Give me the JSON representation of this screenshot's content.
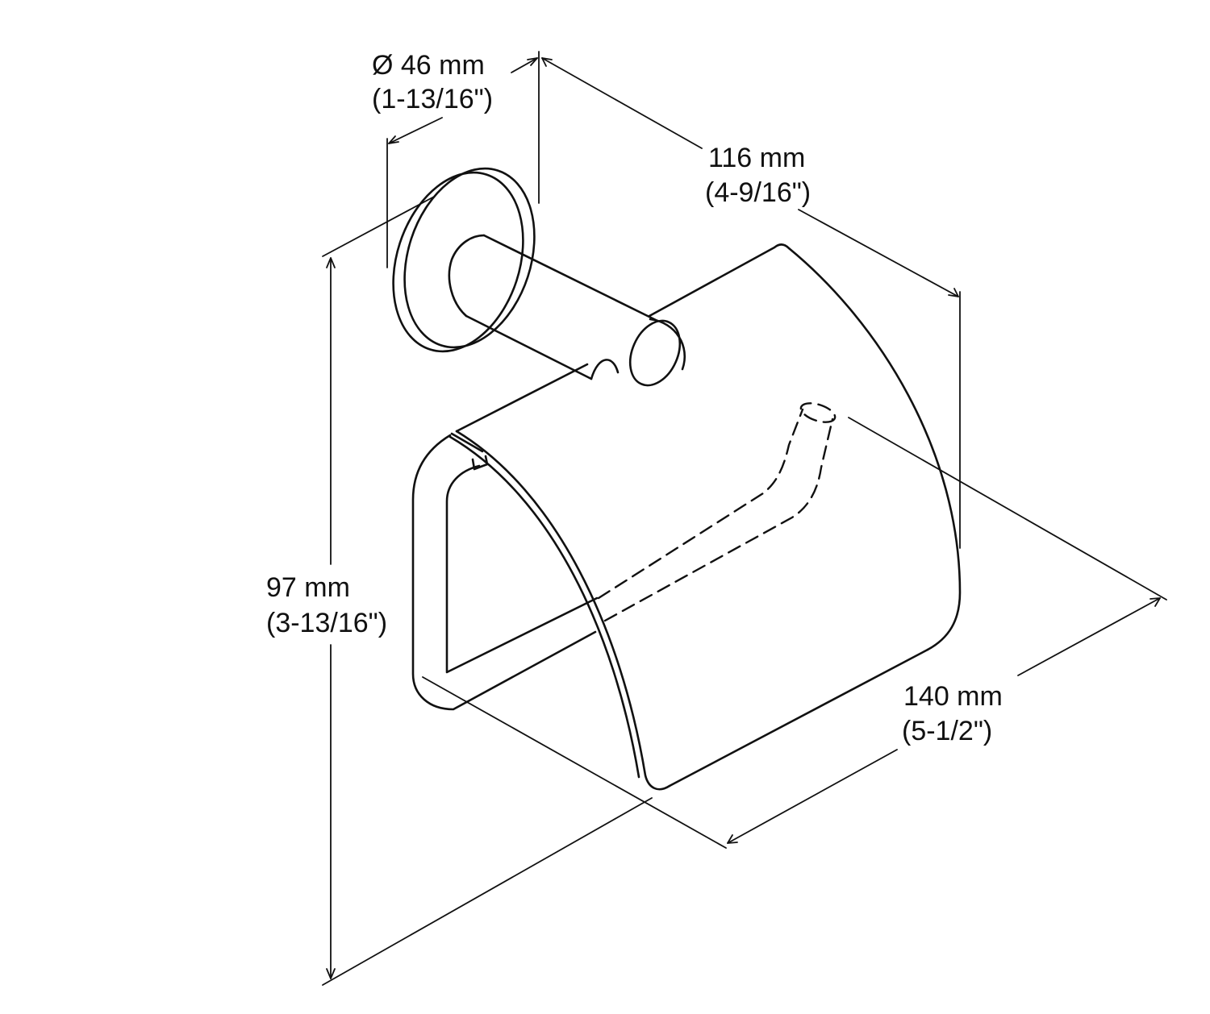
{
  "dimensions": {
    "diameter": {
      "metric": "Ø 46 mm",
      "imperial": "(1-13/16\")"
    },
    "depth": {
      "metric": "116 mm",
      "imperial": "(4-9/16\")"
    },
    "height": {
      "metric": "97 mm",
      "imperial": "(3-13/16\")"
    },
    "width": {
      "metric": "140 mm",
      "imperial": "(5-1/2\")"
    }
  },
  "colors": {
    "line": "#111111",
    "background": "#ffffff"
  }
}
